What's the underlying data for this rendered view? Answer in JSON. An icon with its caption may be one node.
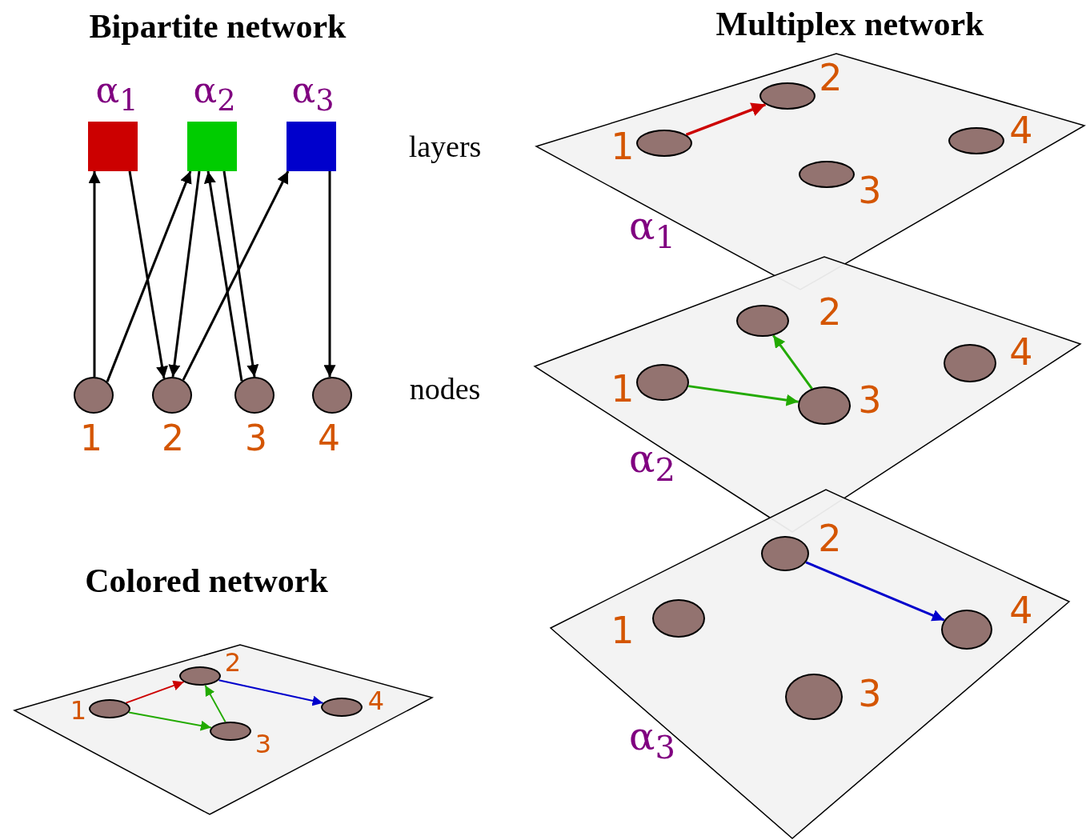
{
  "diagram": {
    "nodes": [
      {
        "text": [
          "α$_{1}$"
        ]
      },
      {
        "text": [
          "α$_{2}$"
        ]
      },
      {
        "text": [
          "α$_{3}$"
        ]
      },
      {
        "text": [
          "1"
        ]
      },
      {
        "text": [
          "2"
        ]
      },
      {
        "text": [
          "3"
        ]
      },
      {
        "text": [
          "4"
        ]
      },
      {
        "text": [],
        "shape": "box"
      },
      {
        "text": [
          "1"
        ],
        "in": 7
      },
      {
        "text": [
          "2"
        ],
        "in": 7
      },
      {
        "text": [
          "3"
        ],
        "in": 7
      },
      {
        "text": [
          "4"
        ],
        "in": 7
      },
      {
        "text": [
          "α$_{1}$"
        ]
      },
      {
        "text": [
          "1"
        ],
        "in": 12
      },
      {
        "text": [
          "2"
        ],
        "in": 12
      },
      {
        "text": [
          "3"
        ],
        "in": 12
      },
      {
        "text": [
          "4"
        ],
        "in": 12
      },
      {
        "text": [
          "α$_{2}$"
        ]
      },
      {
        "text": [
          "1"
        ],
        "in": 17
      },
      {
        "text": [
          "2"
        ],
        "in": 17
      },
      {
        "text": [
          "3"
        ],
        "in": 17
      },
      {
        "text": [
          "4"
        ],
        "in": 17
      },
      {
        "text": [
          "α$_{3}$"
        ]
      },
      {
        "text": [
          "1"
        ],
        "in": 22
      },
      {
        "text": [
          "2"
        ],
        "in": 22
      },
      {
        "text": [
          "3"
        ],
        "in": 22
      },
      {
        "text": [
          "4"
        ],
        "in": 22
      }
    ],
    "edges": [
      {
        "from": 3,
        "to": 0,
        "arrow": "to"
      },
      {
        "from": 0,
        "to": 4,
        "arrow": "to"
      },
      {
        "from": 3,
        "to": 1,
        "arrow": "to"
      },
      {
        "from": 1,
        "to": 4,
        "arrow": "to"
      },
      {
        "from": 4,
        "to": 2,
        "arrow": "to"
      },
      {
        "from": 5,
        "to": 1,
        "arrow": "to"
      },
      {
        "from": 1,
        "to": 5,
        "arrow": "to"
      },
      {
        "from": 2,
        "to": 6,
        "arrow": "to"
      },
      {
        "from": 8,
        "to": 9,
        "arrow": "to",
        "color": "#cc0000"
      },
      {
        "from": 8,
        "to": 10,
        "arrow": "to",
        "color": "#22aa00"
      },
      {
        "from": 10,
        "to": 9,
        "arrow": "to",
        "color": "#22aa00"
      },
      {
        "from": 9,
        "to": 11,
        "arrow": "to",
        "color": "#0000cc"
      },
      {
        "from": 13,
        "to": 14,
        "arrow": "to",
        "color": "#cc0000"
      },
      {
        "from": 18,
        "to": 20,
        "arrow": "to",
        "color": "#22aa00"
      },
      {
        "from": 20,
        "to": 19,
        "arrow": "to",
        "color": "#22aa00"
      },
      {
        "from": 24,
        "to": 26,
        "arrow": "to",
        "color": "#0000cc"
      }
    ],
    "labels": [
      "Bipartite network",
      "Multiplex network",
      "layers",
      "nodes",
      "Colored network"
    ]
  }
}
